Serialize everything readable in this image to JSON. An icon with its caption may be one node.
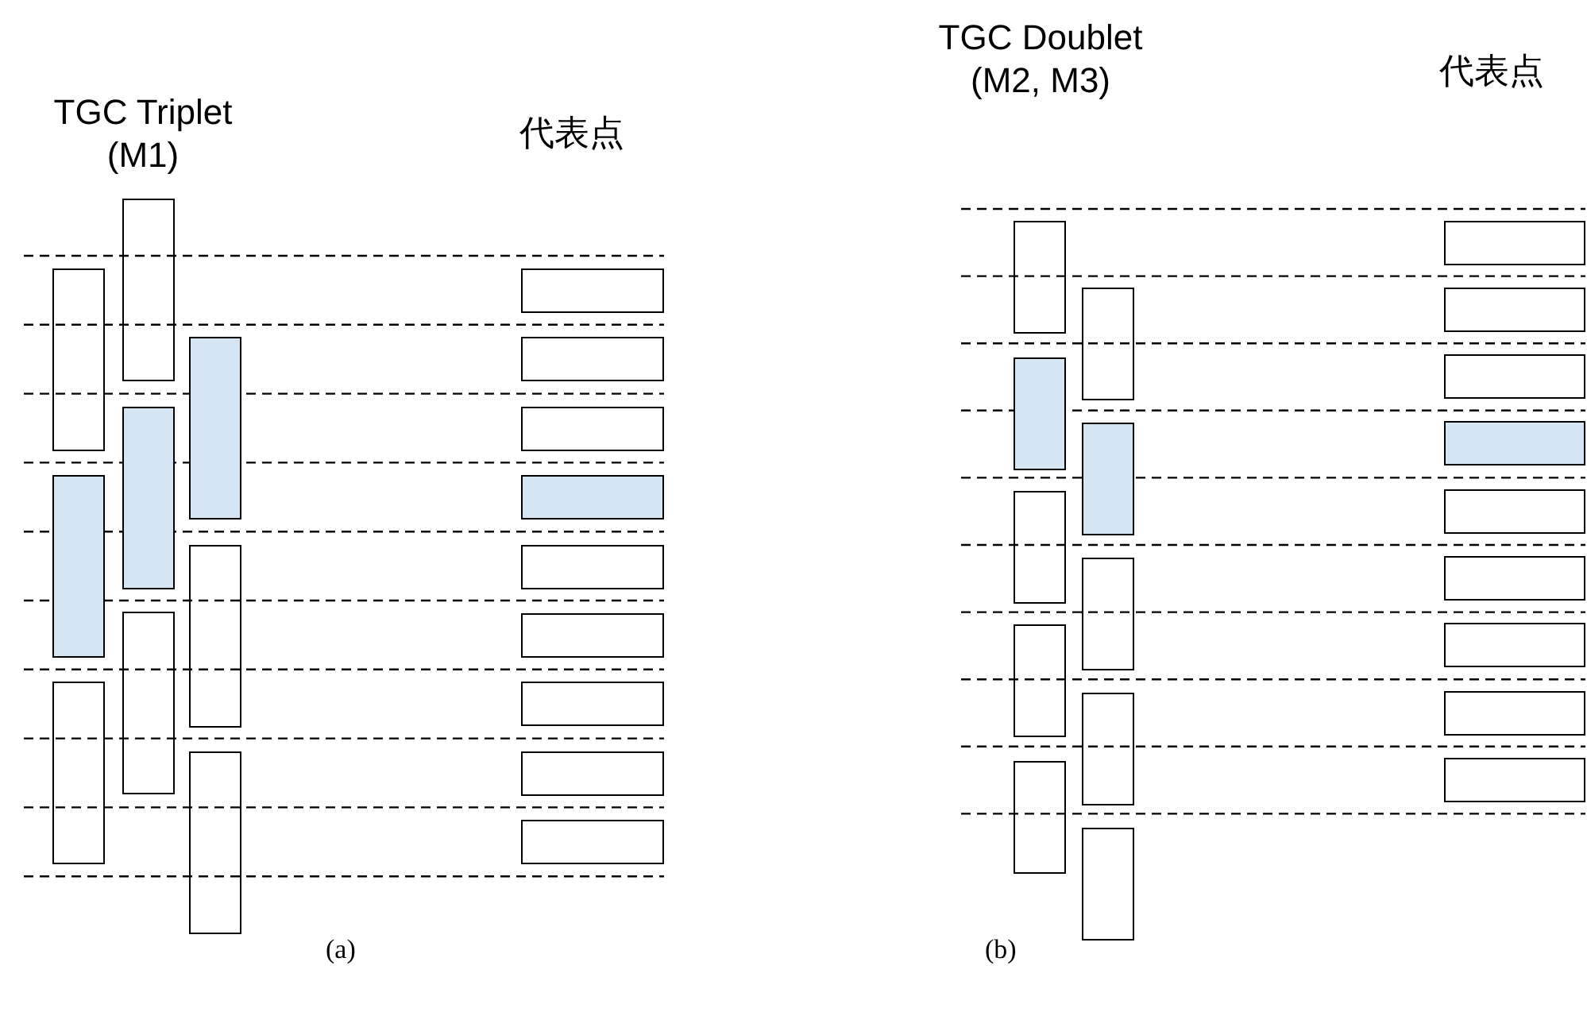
{
  "diagram": {
    "nodes": [
      {
        "text": [],
        "shape": "box"
      },
      {
        "text": [],
        "shape": "box"
      },
      {
        "text": [],
        "shape": "box"
      },
      {
        "text": [],
        "shape": "box"
      },
      {
        "text": [],
        "shape": "box"
      },
      {
        "text": [],
        "shape": "box"
      },
      {
        "text": [],
        "shape": "box"
      },
      {
        "text": [],
        "shape": "box"
      },
      {
        "text": [],
        "shape": "box"
      },
      {
        "text": [],
        "shape": "box"
      },
      {
        "text": [],
        "shape": "box"
      },
      {
        "text": [],
        "shape": "box"
      },
      {
        "text": [],
        "shape": "box"
      },
      {
        "text": [],
        "shape": "box"
      },
      {
        "text": [],
        "shape": "box"
      },
      {
        "text": [],
        "shape": "box"
      },
      {
        "text": [],
        "shape": "box"
      },
      {
        "text": [],
        "shape": "box"
      },
      {
        "text": [],
        "shape": "box"
      },
      {
        "text": [],
        "shape": "box"
      },
      {
        "text": [],
        "shape": "box"
      },
      {
        "text": [],
        "shape": "box"
      },
      {
        "text": [],
        "shape": "box"
      },
      {
        "text": [],
        "shape": "box"
      },
      {
        "text": [],
        "shape": "box"
      },
      {
        "text": [],
        "shape": "box"
      },
      {
        "text": [],
        "shape": "box"
      },
      {
        "text": [],
        "shape": "box"
      },
      {
        "text": [],
        "shape": "box"
      },
      {
        "text": [],
        "shape": "box"
      },
      {
        "text": [],
        "shape": "box"
      },
      {
        "text": [],
        "shape": "box"
      },
      {
        "text": [],
        "shape": "box"
      },
      {
        "text": [],
        "shape": "box"
      },
      {
        "text": [],
        "shape": "box"
      },
      {
        "text": [],
        "shape": "box"
      },
      {
        "text": [],
        "shape": "box"
      }
    ],
    "labels": [
      "TGC Triplet (M1)",
      "代表点",
      "TGC Doublet (M2, M3)",
      "代表点",
      "(a)",
      "(b)"
    ]
  }
}
